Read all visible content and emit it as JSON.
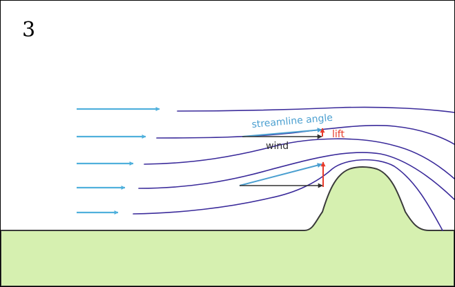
{
  "panel_number": "3",
  "labels": {
    "streamline_angle": "streamline angle",
    "lift": "lift",
    "wind": "wind"
  },
  "colors": {
    "background": "#ffffff",
    "ground_fill": "#d6f0b0",
    "ground_outline": "#3a3a3a",
    "streamline": "#3a2a9a",
    "flow_arrow": "#4fb0dc",
    "streamline_angle": "#4a9fd0",
    "lift": "#e83a2a",
    "wind": "#303030"
  },
  "icons": {
    "flow_arrow": "right-arrow-icon",
    "lift": "up-arrow-icon",
    "wind": "right-arrow-icon"
  }
}
